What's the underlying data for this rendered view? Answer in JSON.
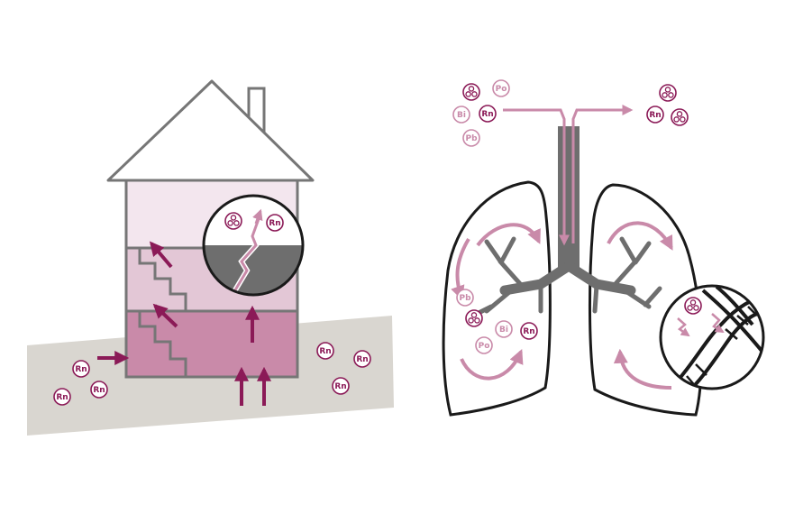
{
  "colors": {
    "ground": "#d9d6d0",
    "outline": "#767676",
    "magenta": "#8b1a57",
    "pink_light": "#f3e6ee",
    "pink_mid": "#e3c7d6",
    "pink_dark": "#c98aa9",
    "pink_arrow": "#c98aa9",
    "gray_dark": "#6e6e6e",
    "black": "#1a1a1a"
  },
  "labels": {
    "rn": "Rn",
    "po": "Po",
    "bi": "Bi",
    "pb": "Pb"
  },
  "icons": {
    "atom": "radiation-trefoil-icon"
  }
}
